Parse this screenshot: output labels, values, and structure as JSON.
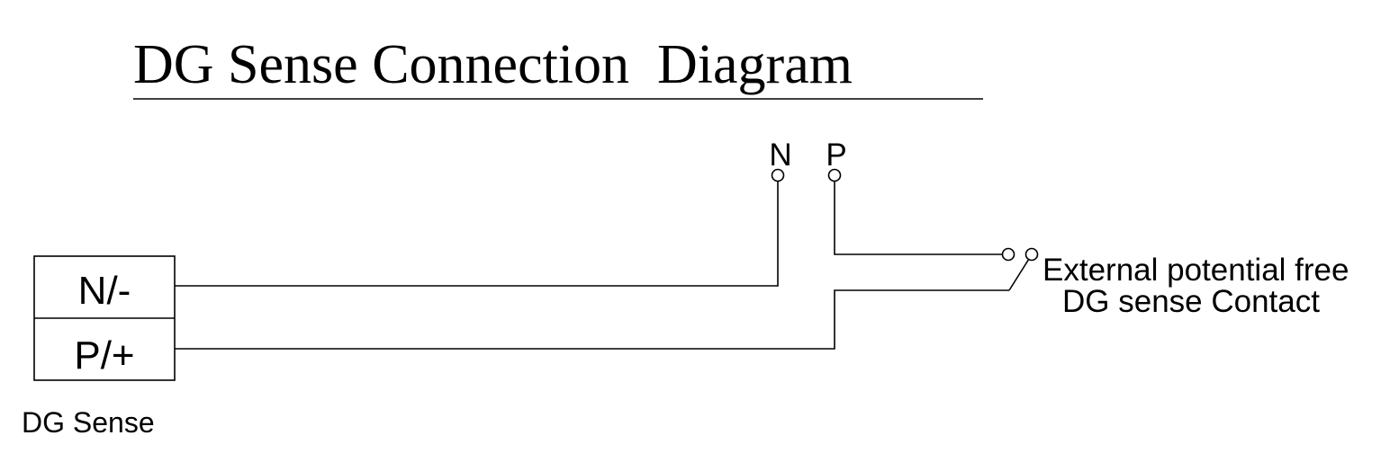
{
  "title": "DG Sense Connection  Diagram",
  "terminal_block": {
    "rows": [
      "N/-",
      "P/+"
    ],
    "caption": "DG Sense"
  },
  "terminals": {
    "n": "N",
    "p": "P"
  },
  "contact": {
    "line1": "External potential free",
    "line2": "DG sense Contact"
  },
  "colors": {
    "ink": "#000000",
    "background": "#ffffff"
  }
}
